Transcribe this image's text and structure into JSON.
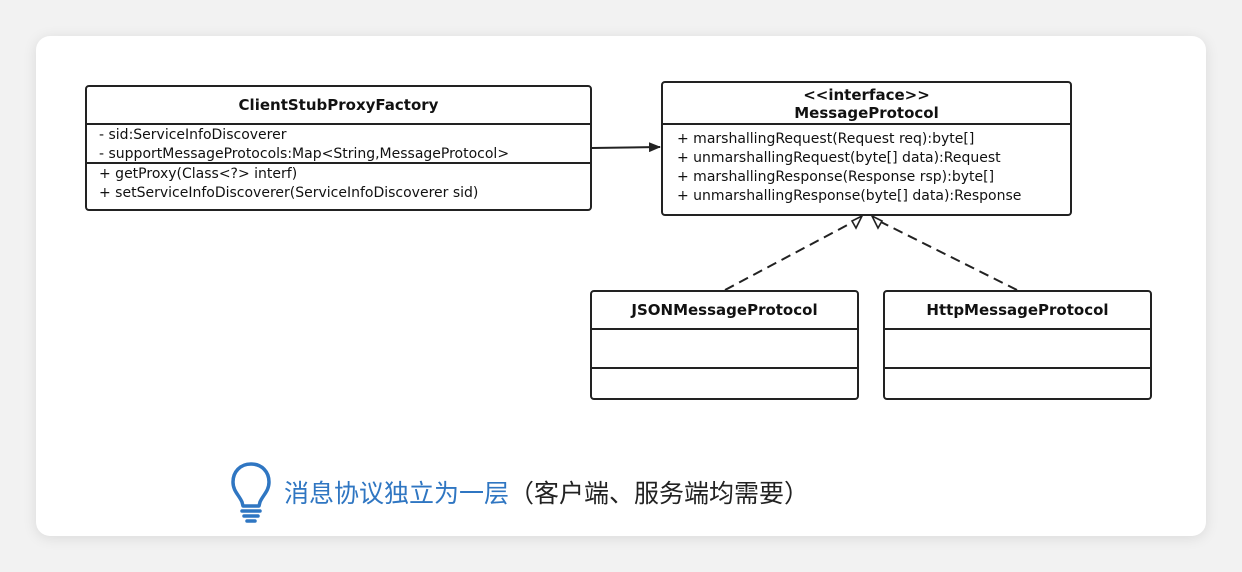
{
  "client_factory": {
    "name": "ClientStubProxyFactory",
    "attributes": [
      "- sid:ServiceInfoDiscoverer",
      "- supportMessageProtocols:Map<String,MessageProtocol>"
    ],
    "methods": [
      "+ getProxy(Class<?> interf)",
      "+ setServiceInfoDiscoverer(ServiceInfoDiscoverer sid)"
    ]
  },
  "message_protocol": {
    "stereotype": "<<interface>>",
    "name": "MessageProtocol",
    "methods": [
      "+ marshallingRequest(Request req):byte[]",
      "+ unmarshallingRequest(byte[] data):Request",
      "+ marshallingResponse(Response rsp):byte[]",
      "+ unmarshallingResponse(byte[] data):Response"
    ]
  },
  "json_protocol": {
    "name": "JSONMessageProtocol"
  },
  "http_protocol": {
    "name": "HttpMessageProtocol"
  },
  "note": {
    "icon": "lightbulb-icon",
    "highlight": "消息协议独立为一层",
    "rest": "（客户端、服务端均需要）",
    "highlight_color": "#2f76c2"
  }
}
